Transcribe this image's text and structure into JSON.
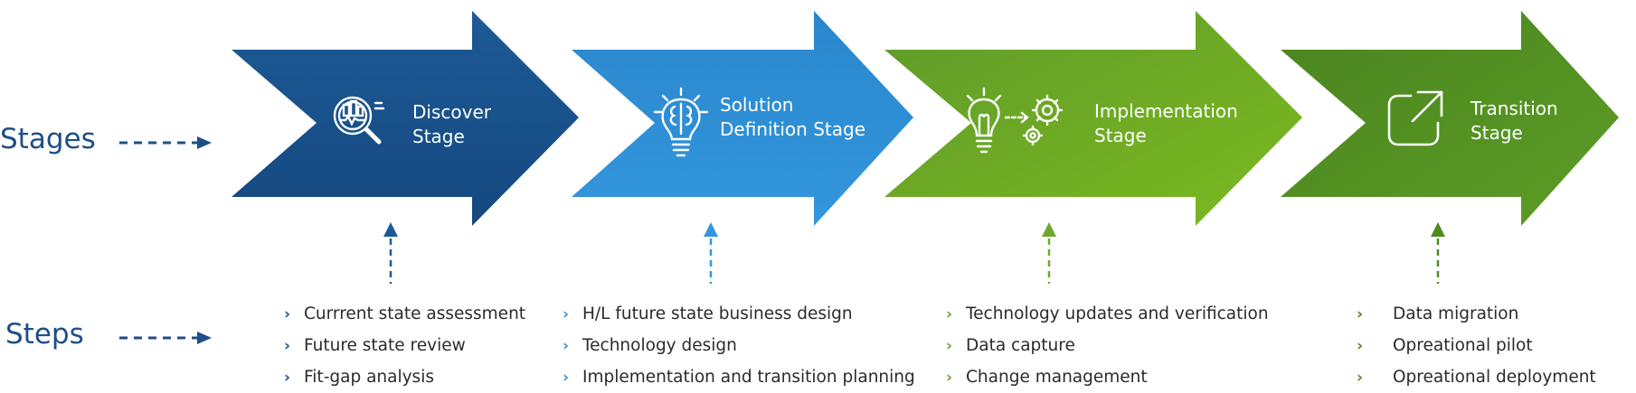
{
  "labels": {
    "stages": "Stages",
    "steps": "Steps"
  },
  "colors": {
    "dark_blue": "#1d4f86",
    "blue": "#2f8dd3",
    "green": "#6ea82a",
    "dark_green": "#4f8b1d"
  },
  "stages": [
    {
      "title": "Discover\nStage",
      "icon": "magnifier-chart-icon",
      "steps": [
        "Currrent state assessment",
        "Future state review",
        "Fit-gap analysis"
      ]
    },
    {
      "title": "Solution\nDefinition Stage",
      "icon": "brain-lightbulb-icon",
      "steps": [
        "H/L future state business design",
        "Technology design",
        "Implementation and transition planning"
      ]
    },
    {
      "title": "Implementation\nStage",
      "icon": "lightbulb-gears-icon",
      "steps": [
        "Technology updates and verification",
        "Data capture",
        "Change management"
      ]
    },
    {
      "title": "Transition\nStage",
      "icon": "external-link-icon",
      "steps": [
        "Data migration",
        "Opreational pilot",
        "Opreational deployment"
      ]
    }
  ]
}
